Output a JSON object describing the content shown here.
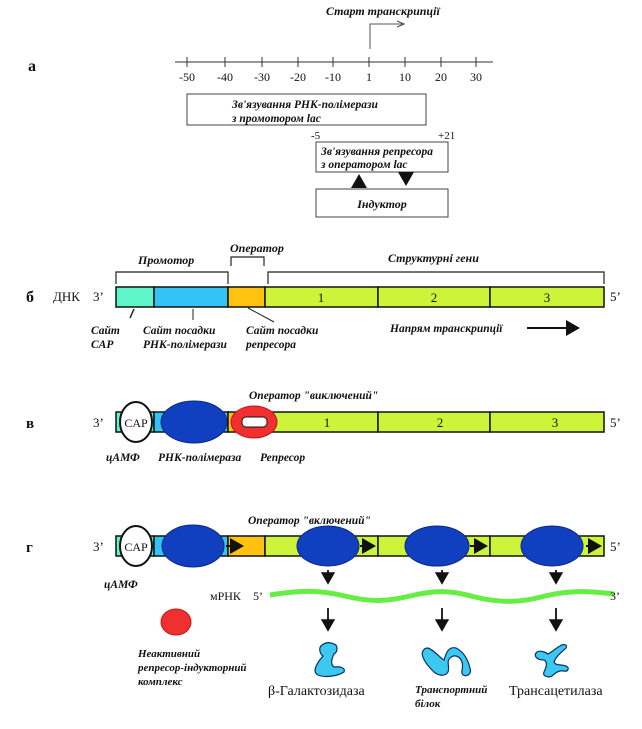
{
  "colors": {
    "cap_site": "#5ef5c8",
    "rnap_site": "#33c4f5",
    "operator": "#ffc20e",
    "genes": "#ccf53a",
    "polymerase": "#1040c0",
    "repressor": "#f03030",
    "mrna": "#66ee44",
    "protein": "#3cc8f0",
    "outline": "#111111"
  },
  "panel_a": {
    "label": "а",
    "start_label": "Старт транскрипції",
    "ticks": [
      "-50",
      "-40",
      "-30",
      "-20",
      "-10",
      "1",
      "10",
      "20",
      "30"
    ],
    "rnap_box": [
      "Зв'язування РНК-полімерази",
      "з промотором lac"
    ],
    "repressor_range_start": "-5",
    "repressor_range_end": "+21",
    "repressor_box": [
      "Зв'язування репресора",
      "з оператором lac"
    ],
    "inducer_box": "Індуктор"
  },
  "panel_b": {
    "label": "б",
    "dna_label": "ДНК",
    "end_left": "3’",
    "end_right": "5’",
    "promoter": "Промотор",
    "operator": "Оператор",
    "structural_genes": "Структурні гени",
    "genes": [
      "1",
      "2",
      "3"
    ],
    "cap_site": [
      "Сайт",
      "CAP"
    ],
    "rnap_site": [
      "Сайт посадки",
      "РНК-полімерази"
    ],
    "repressor_site": [
      "Сайт посадки",
      "репресора"
    ],
    "direction": "Напрям транскрипції"
  },
  "panel_c": {
    "label": "в",
    "end_left": "3’",
    "end_right": "5’",
    "operator_state": "Оператор \"виключений\"",
    "cap": "CAP",
    "genes": [
      "1",
      "2",
      "3"
    ],
    "camp": "цАМФ",
    "polymerase": "РНК-полімераза",
    "repressor": "Репресор"
  },
  "panel_d": {
    "label": "г",
    "end_left": "3’",
    "end_right": "5’",
    "operator_state": "Оператор \"включений\"",
    "cap": "CAP",
    "camp": "цАМФ",
    "mrna_label": "мРНК",
    "mrna_5": "5’",
    "mrna_3": "3’",
    "inactive_complex": [
      "Неактивний",
      "репресор-індукторний",
      "комплекс"
    ],
    "proteins": [
      {
        "name": "β-Галактозидаза",
        "italic": false
      },
      {
        "name": "Транспортний",
        "name2": "білок",
        "italic": true
      },
      {
        "name": "Трансацетилаза",
        "italic": false
      }
    ]
  }
}
